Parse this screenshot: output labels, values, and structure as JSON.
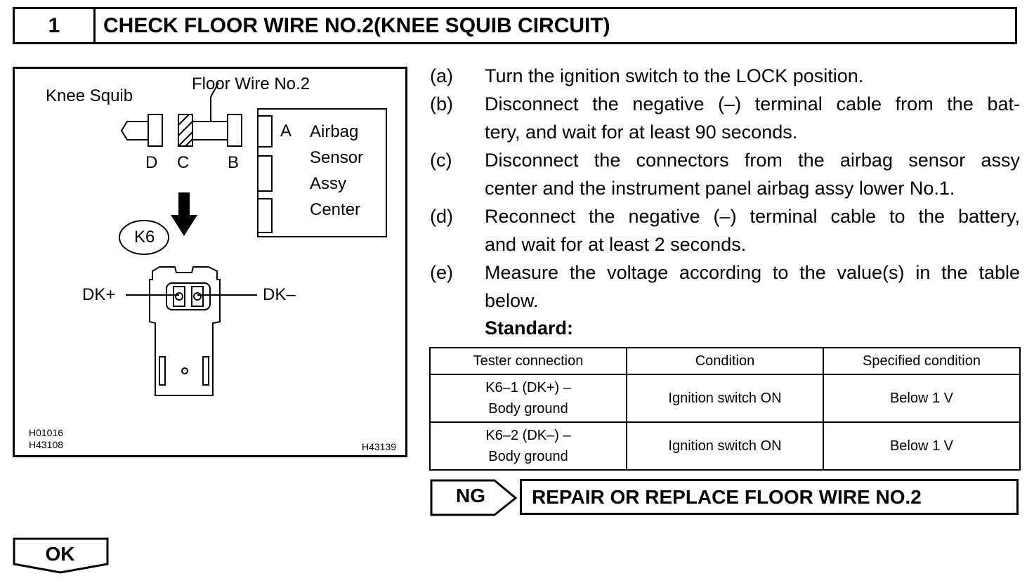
{
  "header": {
    "step_number": "1",
    "title": "CHECK FLOOR WIRE NO.2(KNEE SQUIB CIRCUIT)"
  },
  "figure": {
    "knee_squib": "Knee Squib",
    "floor_wire": "Floor Wire No.2",
    "conn_d": "D",
    "conn_c": "C",
    "conn_b": "B",
    "conn_a": "A",
    "airbag_line1": "Airbag",
    "airbag_line2": "Sensor",
    "airbag_line3": "Assy",
    "airbag_line4": "Center",
    "connector_id": "K6",
    "dk_plus": "DK+",
    "dk_minus": "DK–",
    "code1": "H01016",
    "code2": "H43108",
    "code3": "H43139"
  },
  "steps": [
    {
      "label": "(a)",
      "text": "Turn the ignition switch to the LOCK position."
    },
    {
      "label": "(b)",
      "line1": "Disconnect the negative (–) terminal cable from the bat-",
      "line2": "tery, and wait for at least 90 seconds."
    },
    {
      "label": "(c)",
      "line1": "Disconnect the connectors from the airbag sensor assy",
      "line2": "center and the instrument panel airbag assy lower No.1."
    },
    {
      "label": "(d)",
      "line1": "Reconnect the negative (–) terminal cable to the battery,",
      "line2": "and wait for at least 2 seconds."
    },
    {
      "label": "(e)",
      "line1": "Measure the voltage according to the value(s) in the table",
      "line2": "below."
    }
  ],
  "standard_label": "Standard:",
  "table": {
    "headers": [
      "Tester connection",
      "Condition",
      "Specified condition"
    ],
    "rows": [
      {
        "conn1": "K6–1 (DK+) –",
        "conn2": "Body ground",
        "condition": "Ignition switch ON",
        "spec": "Below 1 V"
      },
      {
        "conn1": "K6–2 (DK–) –",
        "conn2": "Body ground",
        "condition": "Ignition switch ON",
        "spec": "Below 1 V"
      }
    ]
  },
  "ng": {
    "label": "NG",
    "action": "REPAIR OR REPLACE FLOOR WIRE NO.2"
  },
  "ok": {
    "label": "OK"
  }
}
